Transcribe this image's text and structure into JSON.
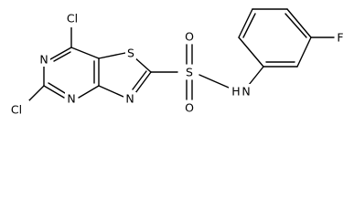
{
  "molecule": {
    "atoms": {
      "cl_top": "Cl",
      "n_upper": "N",
      "cl_bottom": "Cl",
      "n_lower": "N",
      "s_ring": "S",
      "n_ring": "N",
      "s_sulfonyl": "S",
      "o_top": "O",
      "o_bottom": "O",
      "n_amide": "N",
      "h_amide": "H",
      "f": "F"
    }
  }
}
